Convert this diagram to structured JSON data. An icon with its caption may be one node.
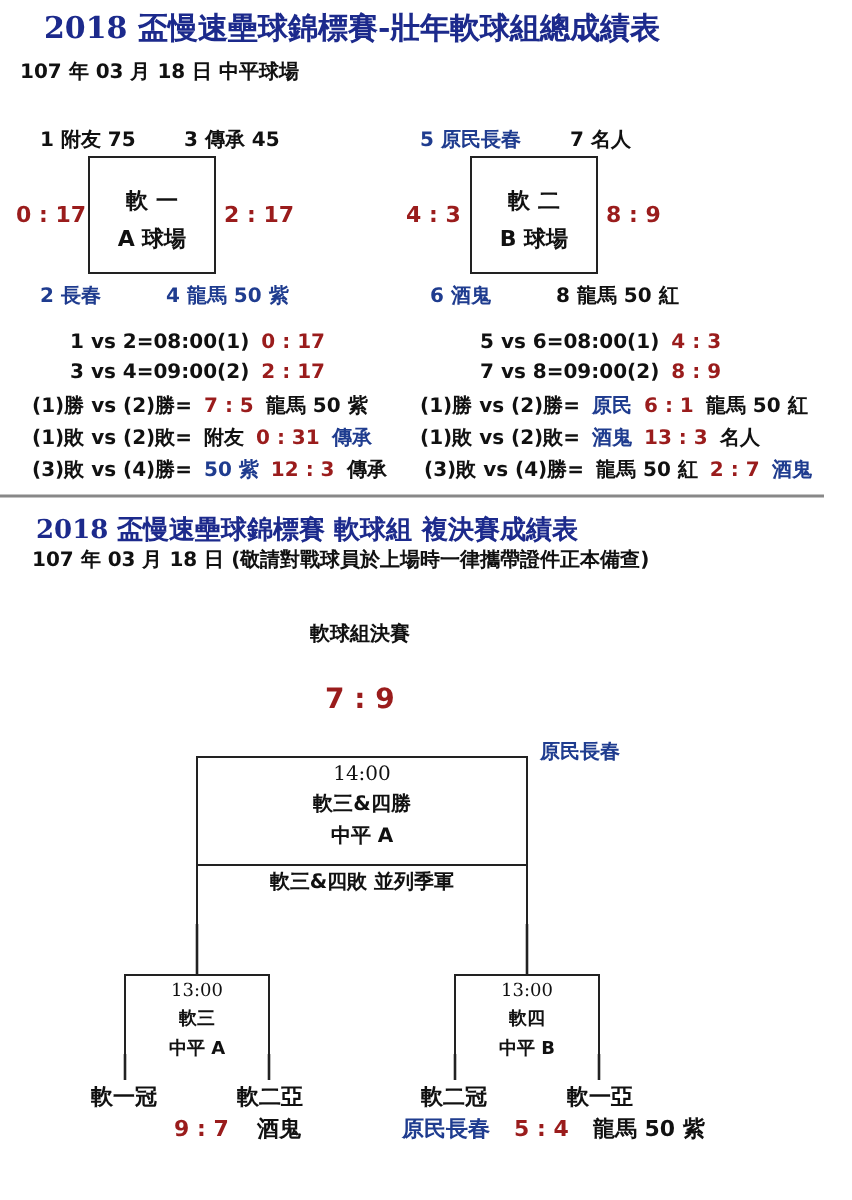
{
  "diagram": {
    "title": "2018 盃慢速壘球錦標賽-壯年軟球組總成績表",
    "nodes": [
      {
        "text": [
          "軟 一",
          "A 球場"
        ]
      },
      {
        "text": [
          "軟 二",
          "B 球場"
        ]
      },
      {
        "text": [
          "14:00",
          "軟三&四勝",
          "中平 A"
        ]
      },
      {
        "text": [
          "軟三&四敗 並列季軍"
        ]
      },
      {
        "text": [
          "13:00",
          "軟三",
          "中平 A"
        ]
      },
      {
        "text": [
          "13:00",
          "軟四",
          "中平 B"
        ]
      },
      {
        "text": [
          "軟一冠"
        ]
      },
      {
        "text": [
          "軟二亞"
        ]
      },
      {
        "text": [
          "軟二冠"
        ]
      },
      {
        "text": [
          "軟一亞"
        ]
      }
    ],
    "edges": [
      {
        "from": 4,
        "to": 3,
        "arrow": "none"
      },
      {
        "from": 5,
        "to": 3,
        "arrow": "none"
      },
      {
        "from": 4,
        "to": 6,
        "arrow": "none"
      },
      {
        "from": 4,
        "to": 7,
        "arrow": "none"
      },
      {
        "from": 5,
        "to": 8,
        "arrow": "none"
      },
      {
        "from": 5,
        "to": 9,
        "arrow": "none"
      }
    ],
    "labels": [
      "107 年 03 月 18 日 中平球場",
      "1 附友 75",
      "3 傳承 45",
      "5 原民長春",
      "7 名人",
      "0 : 17",
      "2 : 17",
      "4 : 3",
      "8 : 9",
      "2 長春",
      "4 龍馬 50 紫",
      "6 酒鬼",
      "8 龍馬 50 紅",
      "1 vs 2=08:00(1)",
      "0 : 17",
      "3 vs 4=09:00(2)",
      "2 : 17",
      "(1)勝 vs (2)勝=",
      "7 : 5",
      "龍馬 50 紫",
      "(1)敗 vs (2)敗=",
      "附友",
      "0 : 31",
      "傳承",
      "(3)敗 vs (4)勝=",
      "50 紫",
      "12 : 3",
      "傳承",
      "5 vs 6=08:00(1)",
      "4 : 3",
      "7 vs 8=09:00(2)",
      "8 : 9",
      "(1)勝 vs (2)勝=",
      "原民",
      "6 : 1",
      "龍馬 50 紅",
      "(1)敗 vs (2)敗=",
      "酒鬼",
      "13 : 3",
      "名人",
      "(3)敗 vs (4)勝=",
      "龍馬 50 紅",
      "2 : 7",
      "酒鬼",
      "2018 盃慢速壘球錦標賽 軟球組 複決賽成績表",
      "107 年 03 月 18 日 (敬請對戰球員於上場時一律攜帶證件正本備查)",
      "軟球組決賽",
      "7 : 9",
      "原民長春",
      "9 : 7",
      "酒鬼",
      "原民長春",
      "5 : 4",
      "龍馬 50 紫"
    ]
  }
}
